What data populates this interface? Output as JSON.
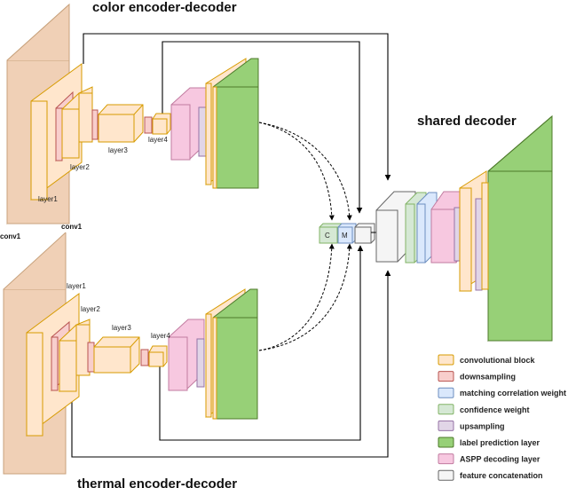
{
  "titles": {
    "color": "color encoder-decoder",
    "shared": "shared decoder",
    "thermal": "thermal encoder-decoder"
  },
  "labels": {
    "conv1": "conv1",
    "layer1": "layer1",
    "layer2": "layer2",
    "layer3": "layer3",
    "layer4": "layer4",
    "c": "C",
    "m": "M"
  },
  "legend": [
    {
      "label": "convolutional block",
      "color": "#ffe6cc",
      "stroke": "#d79b00"
    },
    {
      "label": "downsampling",
      "color": "#f8cecc",
      "stroke": "#b85450"
    },
    {
      "label": "matching correlation weight",
      "color": "#dae8fc",
      "stroke": "#6c8ebf"
    },
    {
      "label": "confidence weight",
      "color": "#d5e8d4",
      "stroke": "#82b366"
    },
    {
      "label": "upsampling",
      "color": "#e1d5e7",
      "stroke": "#9673a6"
    },
    {
      "label": "label prediction layer",
      "color": "#97d077",
      "stroke": "#4d7a2a"
    },
    {
      "label": "ASPP decoding layer",
      "color": "#f7c8e0",
      "stroke": "#c27ba0"
    },
    {
      "label": "feature concatenation",
      "color": "#f5f5f5",
      "stroke": "#666666"
    }
  ],
  "colors": {
    "conv1_fill": "#f0d0b6",
    "conv1_stroke": "#c8a27c",
    "block_fill": "#ffe6cc",
    "block_stroke": "#d79b00"
  }
}
